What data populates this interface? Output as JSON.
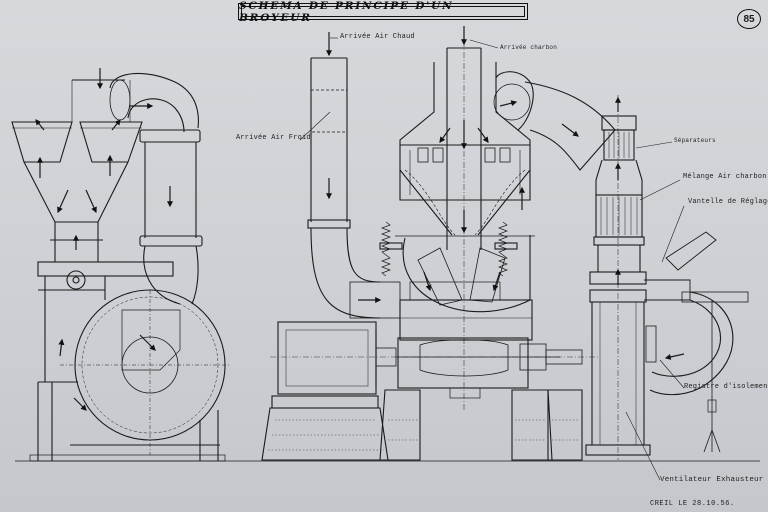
{
  "title": "SCHEMA DE PRINCIPE D'UN BROYEUR",
  "sheet_number": "85",
  "labels": {
    "hot_air_inlet": "Arrivée Air Chaud",
    "coal_inlet": "Arrivée charbon",
    "cold_air_inlet": "Arrivée Air Froid",
    "separators": "Séparateurs",
    "air_coal_mix": "Mélange Air charbon",
    "control_valve": "Vantelle de Réglage",
    "isolation_register": "Registre d'isolement",
    "exhaust_fan": "Ventilateur Exhausteur"
  },
  "footer": "CREIL LE 28.10.56."
}
